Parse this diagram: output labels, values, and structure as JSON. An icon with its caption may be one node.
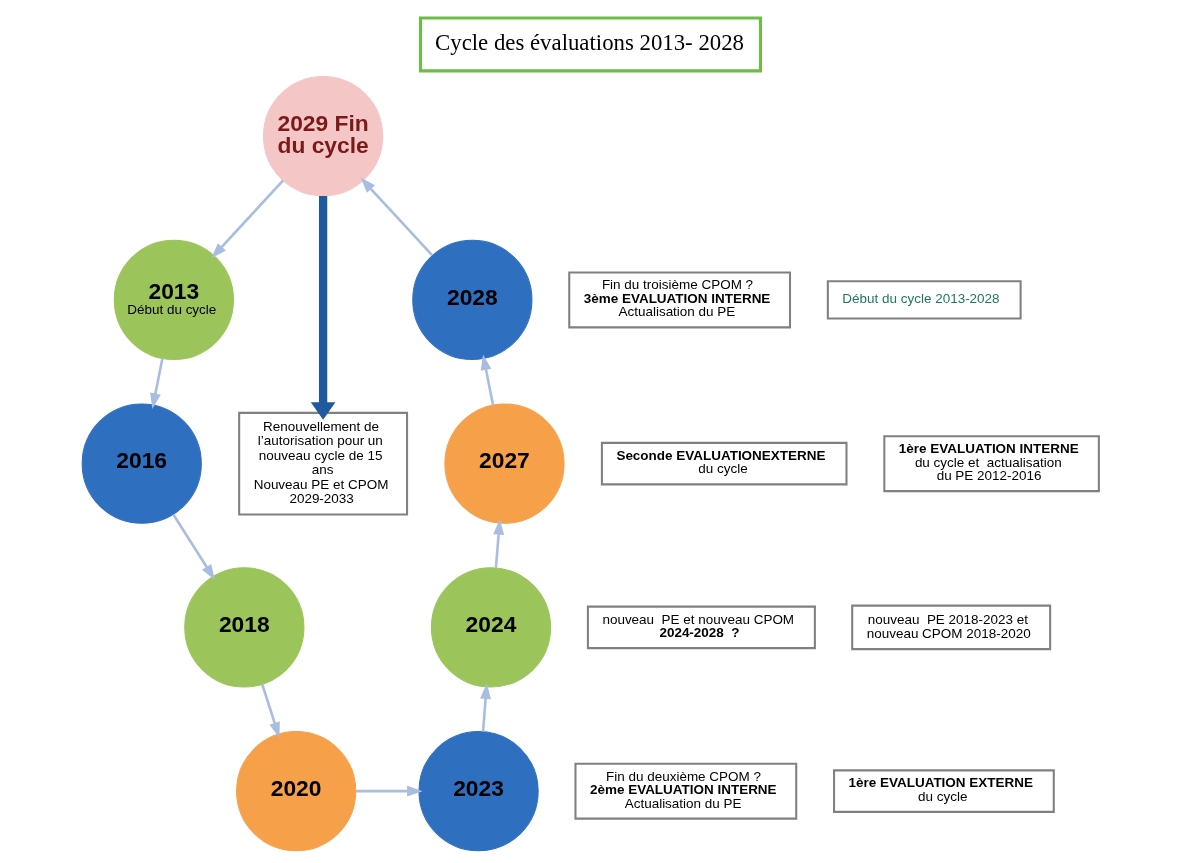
{
  "diagram": {
    "title": "Cycle des évaluations 2013- 2028",
    "nodes": [
      {
        "text": [
          "2029 Fin du cycle"
        ]
      },
      {
        "text": [
          "2013",
          "Début du cycle"
        ]
      },
      {
        "text": [
          "2016"
        ]
      },
      {
        "text": [
          "2018"
        ]
      },
      {
        "text": [
          "2020"
        ]
      },
      {
        "text": [
          "2023"
        ]
      },
      {
        "text": [
          "2024"
        ]
      },
      {
        "text": [
          "2027"
        ]
      },
      {
        "text": [
          "2028"
        ]
      },
      {
        "text": [
          "Renouvellement de l’autorisation pour un nouveau cycle de 15 ans",
          "Nouveau PE et CPOM 2029-2033"
        ]
      },
      {
        "text": [
          "Début du cycle 2013-2028"
        ]
      },
      {
        "text": [
          "1ère EVALUATION INTERNE",
          "du cycle et  actualisation du PE 2012-2016"
        ]
      },
      {
        "text": [
          "nouveau  PE 2018-2023 et nouveau CPOM 2018-2020"
        ]
      },
      {
        "text": [
          "1ère EVALUATION EXTERNE",
          "du cycle"
        ]
      },
      {
        "text": [
          "Fin du deuxième CPOM ?",
          "2ème EVALUATION INTERNE",
          "Actualisation du PE"
        ]
      },
      {
        "text": [
          "nouveau  PE et nouveau CPOM",
          "2024-2028  ?"
        ]
      },
      {
        "text": [
          "Seconde EVALUATIONEXTERNE",
          "du cycle"
        ]
      },
      {
        "text": [
          "Fin du troisième CPOM ?",
          "3ème EVALUATION INTERNE",
          "Actualisation du PE"
        ]
      }
    ],
    "edges": [
      {
        "from": 8,
        "to": 0,
        "arrow": "to"
      },
      {
        "from": 0,
        "to": 1,
        "arrow": "to"
      },
      {
        "from": 1,
        "to": 2,
        "arrow": "to"
      },
      {
        "from": 2,
        "to": 3,
        "arrow": "to"
      },
      {
        "from": 3,
        "to": 4,
        "arrow": "to"
      },
      {
        "from": 4,
        "to": 5,
        "arrow": "to"
      },
      {
        "from": 5,
        "to": 6,
        "arrow": "to"
      },
      {
        "from": 6,
        "to": 7,
        "arrow": "to"
      },
      {
        "from": 7,
        "to": 8,
        "arrow": "to"
      },
      {
        "from": 0,
        "to": 9,
        "arrow": "to",
        "style": "thick",
        "color": "#1f5a9e"
      }
    ]
  }
}
